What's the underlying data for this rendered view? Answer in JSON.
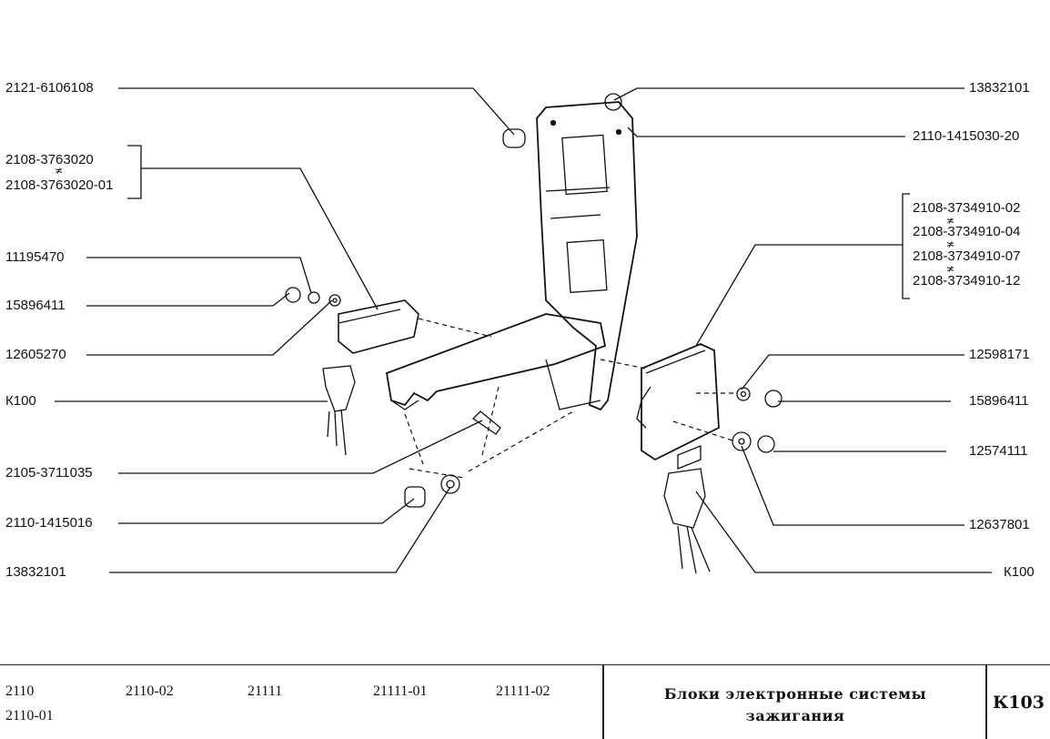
{
  "diagram": {
    "left_labels": [
      {
        "id": "l1",
        "text": "2121-6106108"
      },
      {
        "id": "l2",
        "text": "2108-3763020"
      },
      {
        "id": "l3",
        "text": "2108-3763020-01"
      },
      {
        "id": "l4",
        "text": "11195470"
      },
      {
        "id": "l5",
        "text": "15896411"
      },
      {
        "id": "l6",
        "text": "12605270"
      },
      {
        "id": "l7",
        "text": "К100"
      },
      {
        "id": "l8",
        "text": "2105-3711035"
      },
      {
        "id": "l9",
        "text": "2110-1415016"
      },
      {
        "id": "l10",
        "text": "13832101"
      }
    ],
    "right_labels": [
      {
        "id": "r1",
        "text": "13832101"
      },
      {
        "id": "r2",
        "text": "2110-1415030-20"
      },
      {
        "id": "r3",
        "text": "2108-3734910-02"
      },
      {
        "id": "r4",
        "text": "2108-3734910-04"
      },
      {
        "id": "r5",
        "text": "2108-3734910-07"
      },
      {
        "id": "r6",
        "text": "2108-3734910-12"
      },
      {
        "id": "r7",
        "text": "12598171"
      },
      {
        "id": "r8",
        "text": "15896411"
      },
      {
        "id": "r9",
        "text": "12574111"
      },
      {
        "id": "r10",
        "text": "12637801"
      },
      {
        "id": "r11",
        "text": "К100"
      }
    ],
    "alt_mark": "≭"
  },
  "footer": {
    "models": [
      "2110",
      "2110-02",
      "21111",
      "21111-01",
      "21111-02",
      "2110-01"
    ],
    "title_line1": "Блоки электронные системы",
    "title_line2": "зажигания",
    "page_code": "К103"
  }
}
